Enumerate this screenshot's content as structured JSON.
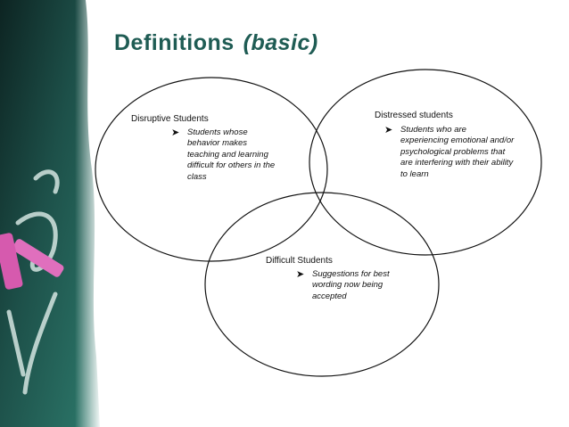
{
  "slide": {
    "title_main": "Definitions",
    "title_sub": "(basic)",
    "title_color": "#1f5c54",
    "background_art": "chalkboard-with-chalk"
  },
  "circles": [
    {
      "label": "Disruptive Students",
      "bullet_icon": "arrow-bullet-icon",
      "bullet_text": "Students whose behavior makes teaching and learning difficult for others in the class"
    },
    {
      "label": "Distressed students",
      "bullet_icon": "arrow-bullet-icon",
      "bullet_text": "Students who are experiencing emotional and/or psychological problems that are interfering with their ability to learn"
    },
    {
      "label": "Difficult Students",
      "bullet_icon": "arrow-bullet-icon",
      "bullet_text": "Suggestions for best wording now being accepted"
    }
  ]
}
